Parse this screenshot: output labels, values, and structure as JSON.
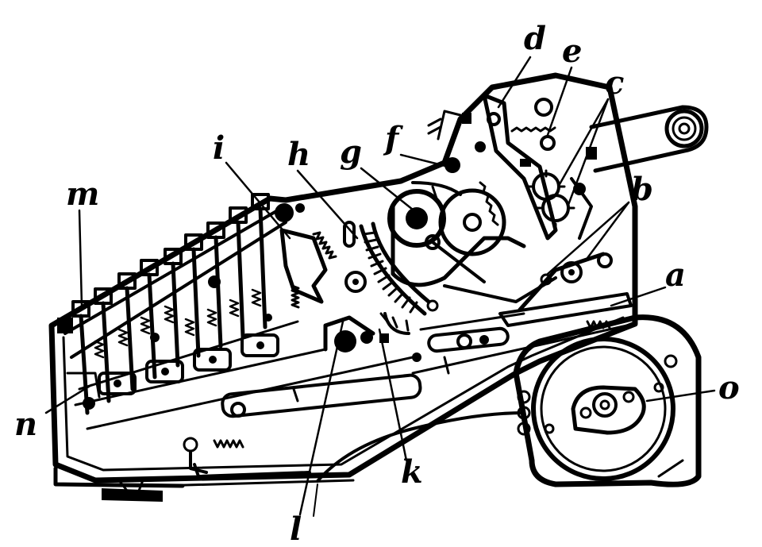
{
  "diagram": {
    "labels": {
      "a": "a",
      "b": "b",
      "c": "c",
      "d": "d",
      "e": "e",
      "f": "f",
      "g": "g",
      "h": "h",
      "i": "i",
      "k": "k",
      "l": "l",
      "m": "m",
      "n": "n",
      "o": "o"
    }
  }
}
